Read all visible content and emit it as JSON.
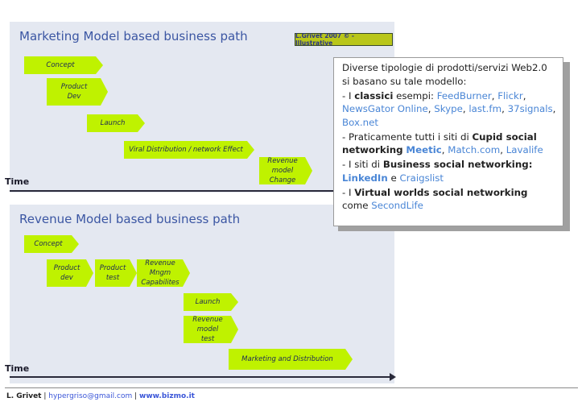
{
  "top_diagram": {
    "title": "Marketing Model based business path",
    "copyright": "L.Grivet 2007 © - Illustrative",
    "time_label": "Time",
    "steps": [
      {
        "id": "concept",
        "lines": [
          "Concept"
        ]
      },
      {
        "id": "product-dev",
        "lines": [
          "Product",
          "Dev"
        ]
      },
      {
        "id": "launch",
        "lines": [
          "Launch"
        ]
      },
      {
        "id": "viral",
        "lines": [
          "Viral Distribution / network Effect"
        ]
      },
      {
        "id": "revenue-change",
        "lines": [
          "Revenue",
          "model Change"
        ]
      }
    ]
  },
  "bottom_diagram": {
    "title": "Revenue Model based business path",
    "time_label": "Time",
    "steps": [
      {
        "id": "concept",
        "lines": [
          "Concept"
        ]
      },
      {
        "id": "product-dev",
        "lines": [
          "Product",
          "dev"
        ]
      },
      {
        "id": "product-test",
        "lines": [
          "Product",
          "test"
        ]
      },
      {
        "id": "revenue-mngm",
        "lines": [
          "Revenue",
          "Mngm",
          "Capabilites"
        ]
      },
      {
        "id": "launch",
        "lines": [
          "Launch"
        ]
      },
      {
        "id": "revenue-test",
        "lines": [
          "Revenue",
          "model",
          "test"
        ]
      },
      {
        "id": "marketing",
        "lines": [
          "Marketing and Distribution"
        ]
      }
    ]
  },
  "info": {
    "intro": "Diverse tipologie di prodotti/servizi Web2.0 si basano su tale modello:",
    "classici_pre": "- I ",
    "classici_bold": "classici",
    "classici_post": " esempi: ",
    "classici_links": [
      "FeedBurner",
      "Flickr",
      "NewsGator Online",
      "Skype",
      "last.fm",
      "37signals",
      "Box.net"
    ],
    "cupid_pre": "- Praticamente tutti i siti di ",
    "cupid_bold": "Cupid social networking",
    "cupid_links": [
      "Meetic",
      "Match.com",
      "Lavalife"
    ],
    "business_pre": "- I siti di ",
    "business_bold": "Business social networking:",
    "business_link1": "LinkedIn",
    "business_mid": " e ",
    "business_link2": "Craigslist",
    "virtual_pre": "- I ",
    "virtual_bold": "Virtual worlds social networking",
    "virtual_mid": "come ",
    "virtual_link": "SecondLife"
  },
  "footer": {
    "author": "L. Grivet",
    "sep": " | ",
    "email": "hypergriso@gmail.com",
    "site": "www.bizmo.it"
  },
  "colors": {
    "step_fill": "#bff200",
    "panel": "#e4e8f1",
    "title": "#3b56a3",
    "link": "#4a86d6"
  }
}
